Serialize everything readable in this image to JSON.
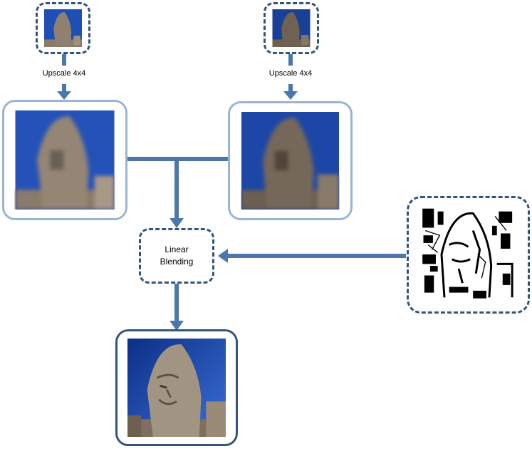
{
  "steps": {
    "upscale_left": "Upscale 4x4",
    "upscale_right": "Upscale 4x4",
    "blend_line1": "Linear",
    "blend_line2": "Blending"
  },
  "colors": {
    "arrow": "#4a78ac",
    "dashed_border": "#34557a",
    "light_border": "#9bb4d3",
    "sky": "#1e4fb5"
  },
  "icons": {
    "thumb_small": "stone-head-image",
    "upscaled": "blurred-stone-head-image",
    "edge_map": "edge-map-image",
    "result": "sharp-stone-head-image"
  }
}
